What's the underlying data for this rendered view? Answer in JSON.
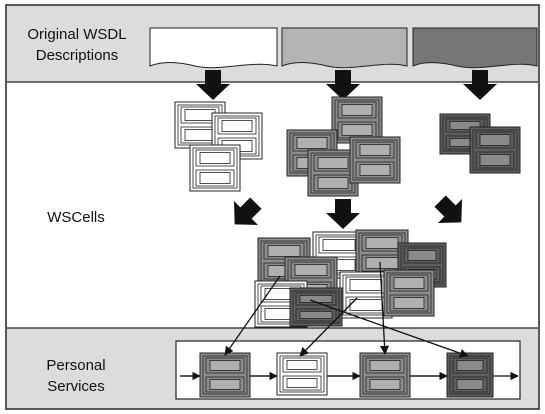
{
  "bands": {
    "top": {
      "line1": "Original WSDL",
      "line2": "Descriptions"
    },
    "middle": {
      "line1": "WSCells"
    },
    "bottom": {
      "line1": "Personal",
      "line2": "Services"
    }
  },
  "wsdl_documents": [
    {
      "shade": "white"
    },
    {
      "shade": "light-gray"
    },
    {
      "shade": "dark-gray"
    }
  ],
  "colors": {
    "band": "#dcdcdc",
    "white": "#ffffff",
    "light": "#b4b4b4",
    "mid": "#8c8c8c",
    "dark": "#5e5e5e",
    "stroke": "#222222",
    "arrow": "#111111"
  },
  "workflow_blocks": [
    {
      "shade": "mid"
    },
    {
      "shade": "white"
    },
    {
      "shade": "mid"
    },
    {
      "shade": "dark"
    }
  ]
}
